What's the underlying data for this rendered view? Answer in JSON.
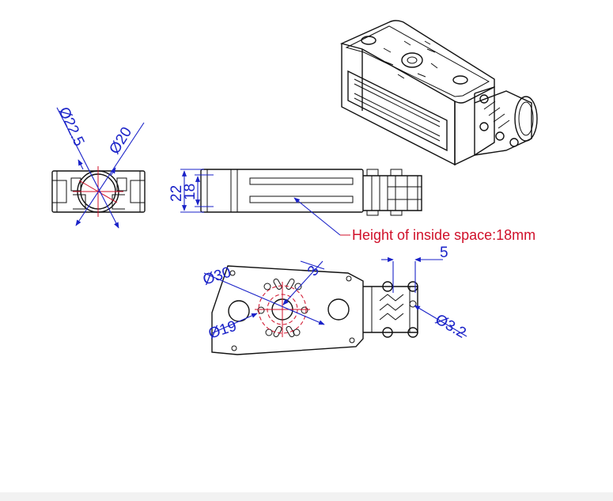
{
  "colors": {
    "dimension": "#1a22c8",
    "note": "#d0102a",
    "outline": "#111111"
  },
  "dimensions": {
    "front_outer": "Ø22.5",
    "front_inner": "Ø20",
    "side_height_outer": "22",
    "side_height_inner": "18",
    "top_circle_large": "Ø30",
    "top_circle_small": "Ø19",
    "top_slot": "3",
    "clamp_width": "5",
    "clamp_hole": "Ø3.2"
  },
  "note": {
    "text": "Height of inside space:18mm"
  }
}
